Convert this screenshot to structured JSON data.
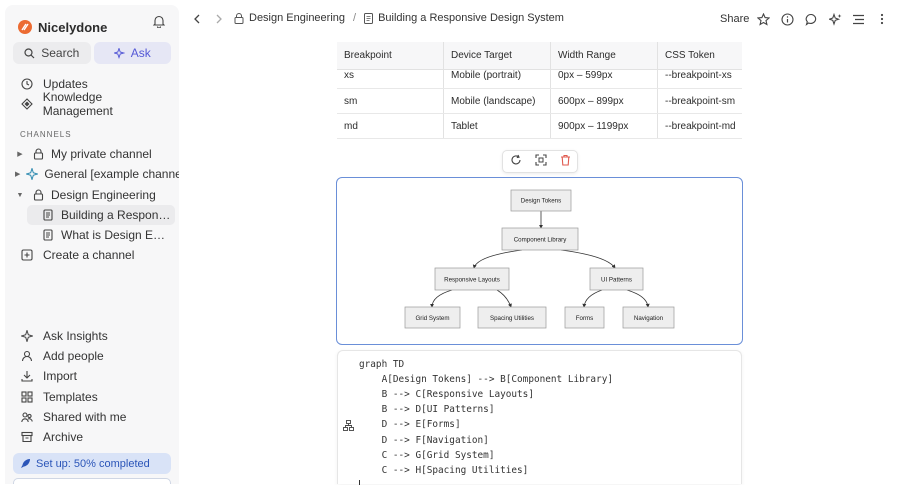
{
  "workspace": {
    "name": "Nicelydone"
  },
  "sidebar": {
    "search_label": "Search",
    "ask_label": "Ask",
    "nav": [
      {
        "label": "Updates",
        "icon": "clock-icon"
      },
      {
        "label": "Knowledge Management",
        "icon": "layers-icon"
      }
    ],
    "channels_header": "CHANNELS",
    "channels": [
      {
        "label": "My private channel",
        "icon": "lock-icon",
        "expanded": false
      },
      {
        "label": "General [example channel]",
        "icon": "sparkle-icon",
        "expanded": false
      },
      {
        "label": "Design Engineering",
        "icon": "lock-icon",
        "expanded": true
      }
    ],
    "docs": [
      {
        "label": "Building a Responsive Design System",
        "active": true
      },
      {
        "label": "What is Design Engineering?",
        "active": false
      }
    ],
    "create_channel": "Create a channel",
    "bottom": [
      {
        "label": "Ask Insights",
        "icon": "sparkle-icon"
      },
      {
        "label": "Add people",
        "icon": "person-icon"
      },
      {
        "label": "Import",
        "icon": "import-icon"
      },
      {
        "label": "Templates",
        "icon": "templates-icon"
      },
      {
        "label": "Shared with me",
        "icon": "shared-icon"
      },
      {
        "label": "Archive",
        "icon": "archive-icon"
      }
    ],
    "setup": "Set up: 50% completed",
    "setup_progress": 0.5
  },
  "breadcrumb": {
    "channel": "Design Engineering",
    "separator": "/",
    "doc": "Building a Responsive Design System"
  },
  "toolbar": {
    "share": "Share"
  },
  "table": {
    "headers": [
      "Breakpoint",
      "Device Target",
      "Width Range",
      "CSS Token"
    ],
    "rows": [
      [
        "xs",
        "Mobile (portrait)",
        "0px – 599px",
        "--breakpoint-xs"
      ],
      [
        "sm",
        "Mobile (landscape)",
        "600px – 899px",
        "--breakpoint-sm"
      ],
      [
        "md",
        "Tablet",
        "900px – 1199px",
        "--breakpoint-md"
      ]
    ]
  },
  "diagram": {
    "nodes": {
      "A": "Design Tokens",
      "B": "Component Library",
      "C": "Responsive Layouts",
      "D": "UI Patterns",
      "E": "Forms",
      "F": "Navigation",
      "G": "Grid System",
      "H": "Spacing Utilities"
    }
  },
  "code": [
    "graph TD",
    "    A[Design Tokens] --> B[Component Library]",
    "    B --> C[Responsive Layouts]",
    "    B --> D[UI Patterns]",
    "    D --> E[Forms]",
    "    D --> F[Navigation]",
    "    C --> G[Grid System]",
    "    C --> H[Spacing Utilities]"
  ],
  "colors": {
    "accent": "#5458d6",
    "brand": "#ec6b32",
    "diagram_border": "#6a8fd8",
    "setup_bg": "#d9e3f7",
    "delete": "#e05a4f"
  }
}
